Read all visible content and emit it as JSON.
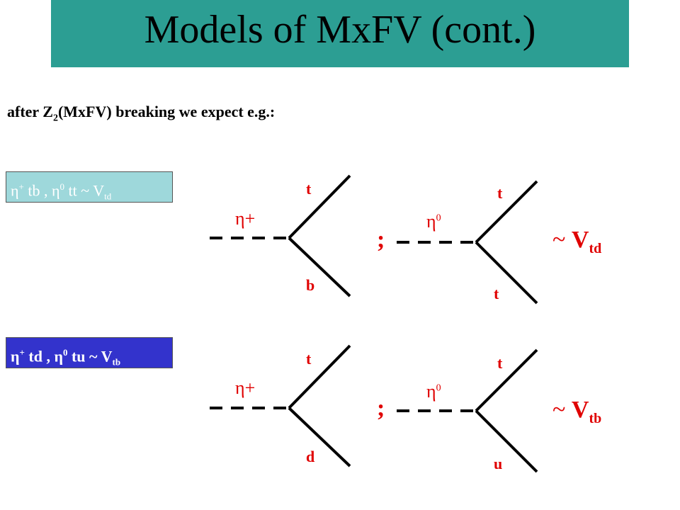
{
  "title": "Models of MxFV (cont.)",
  "intro": {
    "before": "after Z",
    "sub": "2",
    "after": "(MxFV) breaking we expect e.g.:"
  },
  "boxes": [
    {
      "eta_plus": "η",
      "sup1": "+",
      "mid1": " tb ,  η",
      "sup2": "0",
      "mid2": " tt ~ V",
      "sub": "td",
      "bg": "#9ed8db"
    },
    {
      "eta_plus": "η",
      "sup1": "+",
      "mid1": " td ,  η",
      "sup2": "0",
      "mid2": " tu ~ V",
      "sub": "tb",
      "bg": "#3333cc"
    }
  ],
  "rows": [
    {
      "left": {
        "boson": "η",
        "boson_sup": "+",
        "top_quark": "t",
        "bottom_quark": "b"
      },
      "separator": ";",
      "right": {
        "boson": "η",
        "boson_sup": "0",
        "top_quark": "t",
        "bottom_quark": "t"
      },
      "result": {
        "tilde": "~ ",
        "v": "V",
        "sub": "td"
      }
    },
    {
      "left": {
        "boson": "η",
        "boson_sup": "+",
        "top_quark": "t",
        "bottom_quark": "d"
      },
      "separator": ";",
      "right": {
        "boson": "η",
        "boson_sup": "0",
        "top_quark": "t",
        "bottom_quark": "u"
      },
      "result": {
        "tilde": "~ ",
        "v": "V",
        "sub": "tb"
      }
    }
  ],
  "colors": {
    "title_bar": "#2c9e93",
    "label_red": "#e00000"
  }
}
